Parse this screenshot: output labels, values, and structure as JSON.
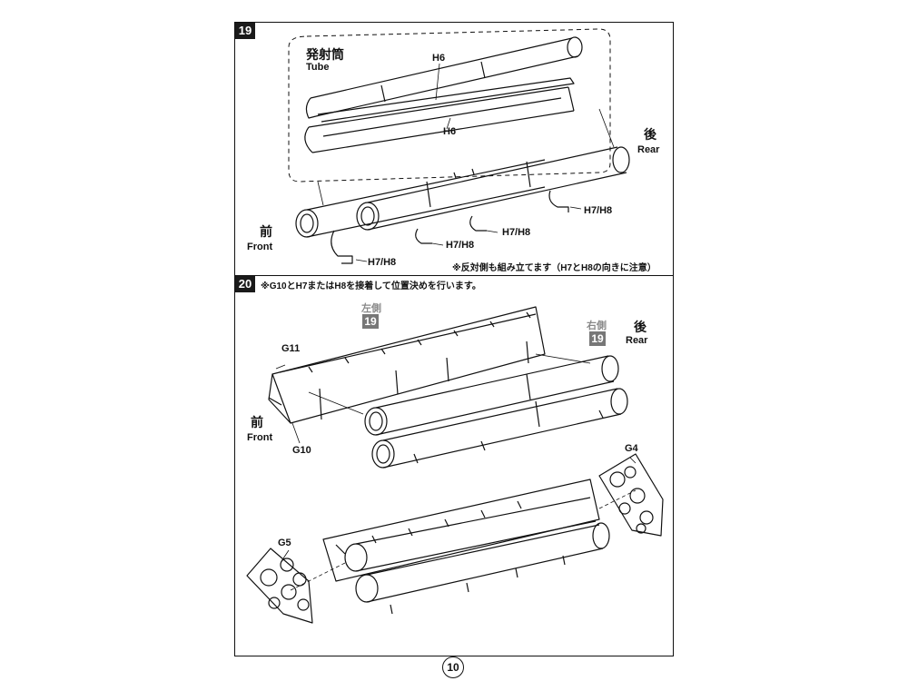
{
  "page_number": "10",
  "step19": {
    "number": "19",
    "tube_jp": "発射筒",
    "tube_en": "Tube",
    "part_h6_top": "H6",
    "part_h6_bottom": "H6",
    "rear_jp": "後",
    "rear_en": "Rear",
    "front_jp": "前",
    "front_en": "Front",
    "bracket_1": "H7/H8",
    "bracket_2": "H7/H8",
    "bracket_3": "H7/H8",
    "bracket_4": "H7/H8",
    "note": "※反対側も組み立てます（H7とH8の向きに注意）"
  },
  "step20": {
    "number": "20",
    "note": "※G10とH7またはH8を接着して位置決めを行います。",
    "left_side_label": "左側",
    "left_side_ref": "19",
    "right_side_label": "右側",
    "right_side_ref": "19",
    "rear_jp": "後",
    "rear_en": "Rear",
    "front_jp": "前",
    "front_en": "Front",
    "part_g11": "G11",
    "part_g10": "G10",
    "part_g4": "G4",
    "part_g5": "G5"
  }
}
